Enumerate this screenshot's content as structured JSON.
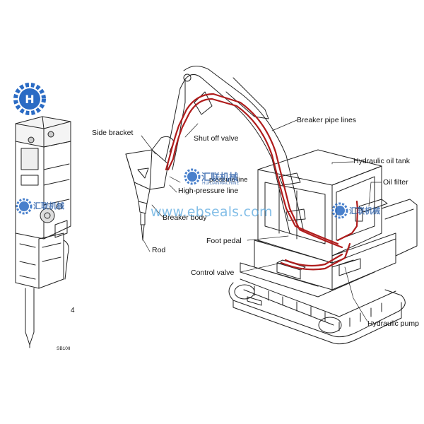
{
  "labels": {
    "side_bracket": "Side bracket",
    "shut_off_valve": "Shut off valve",
    "pressure_line_behind": "pressure line",
    "high_pressure_line": "High-pressure line",
    "breaker_body": "Breaker body",
    "rod": "Rod",
    "breaker_pipe_lines": "Breaker pipe lines",
    "hydraulic_oil_tank": "Hydraulic oil tank",
    "oil_filter": "Oil filter",
    "foot_pedal": "Foot pedal",
    "control_valve": "Control valve",
    "hydraulic_pump": "Hydraulic pump"
  },
  "model_code": "SB10II",
  "watermark": {
    "url": "www.ebseals.com",
    "cn": "汇联机械",
    "en": "HUILIANMACHINE",
    "logo_letter": "H"
  },
  "colors": {
    "line_art": "#222222",
    "pipe_red": "#b01c1c",
    "logo_blue": "#2a6bc4",
    "watermark_blue": "#5aa9e0"
  }
}
